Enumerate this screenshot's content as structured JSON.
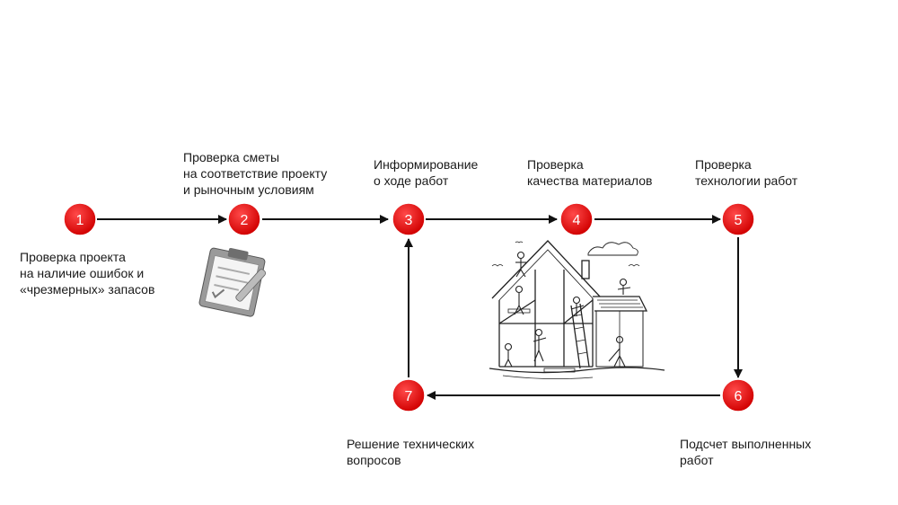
{
  "steps": [
    {
      "number": "1",
      "label": "Проверка проекта\nна наличие ошибок и\n«чрезмерных» запасов"
    },
    {
      "number": "2",
      "label": "Проверка сметы\nна соответствие  проекту\nи рыночным условиям"
    },
    {
      "number": "3",
      "label": "Информирование\nо ходе работ"
    },
    {
      "number": "4",
      "label": "Проверка\nкачества материалов"
    },
    {
      "number": "5",
      "label": "Проверка\nтехнологии работ"
    },
    {
      "number": "6",
      "label": "Подсчет выполненных\n работ"
    },
    {
      "number": "7",
      "label": "Решение  технических\n вопросов"
    }
  ],
  "colors": {
    "node_fill": "#e3000f",
    "node_stroke": "#ffffff",
    "arrow": "#111111"
  },
  "icons": [
    "clipboard-icon",
    "house-construction-illustration"
  ]
}
